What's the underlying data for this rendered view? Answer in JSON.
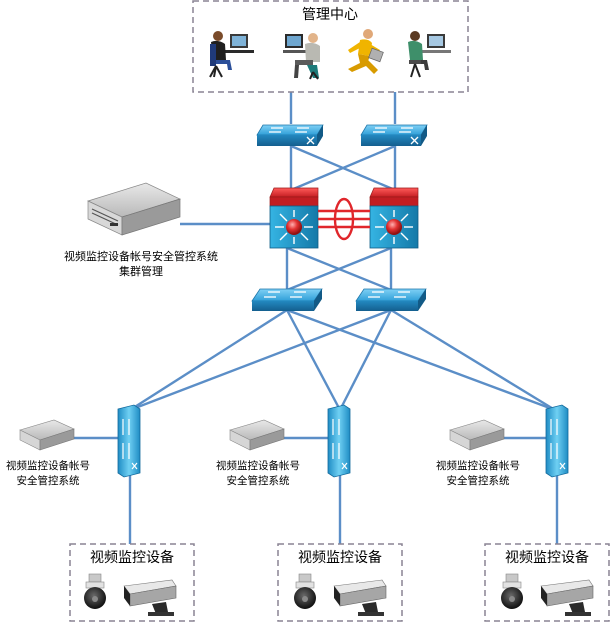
{
  "management_center": {
    "title": "管理中心",
    "people": [
      {
        "icon": "person-at-desk-icon"
      },
      {
        "icon": "person-at-desk-icon"
      },
      {
        "icon": "running-businessman-icon"
      },
      {
        "icon": "person-at-desk-icon"
      }
    ]
  },
  "core": {
    "top_switches": [
      {
        "icon": "switch-icon"
      },
      {
        "icon": "switch-icon"
      }
    ],
    "core_routers": [
      {
        "icon": "layer3-switch-icon"
      },
      {
        "icon": "layer3-switch-icon"
      }
    ],
    "aggregation_switches": [
      {
        "icon": "switch-icon"
      },
      {
        "icon": "switch-icon"
      }
    ],
    "cluster_server": {
      "icon": "server-icon",
      "label_line1": "视频监控设备帐号安全管控系统",
      "label_line2": "集群管理"
    }
  },
  "sites": [
    {
      "system_label_line1": "视频监控设备帐号",
      "system_label_line2": "安全管控系统",
      "camera_group_title": "视频监控设备",
      "devices": [
        {
          "icon": "dome-camera-icon"
        },
        {
          "icon": "box-camera-icon"
        }
      ]
    },
    {
      "system_label_line1": "视频监控设备帐号",
      "system_label_line2": "安全管控系统",
      "camera_group_title": "视频监控设备",
      "devices": [
        {
          "icon": "dome-camera-icon"
        },
        {
          "icon": "box-camera-icon"
        }
      ]
    },
    {
      "system_label_line1": "视频监控设备帐号",
      "system_label_line2": "安全管控系统",
      "camera_group_title": "视频监控设备",
      "devices": [
        {
          "icon": "dome-camera-icon"
        },
        {
          "icon": "box-camera-icon"
        }
      ]
    }
  ],
  "colors": {
    "link": "#5b8ec7",
    "switch": "#3aa2dc",
    "router_top": "#d8282e",
    "router_body": "#1d9fd0",
    "redundant_link": "#e0262b",
    "dashed_box": "#8a8494"
  }
}
